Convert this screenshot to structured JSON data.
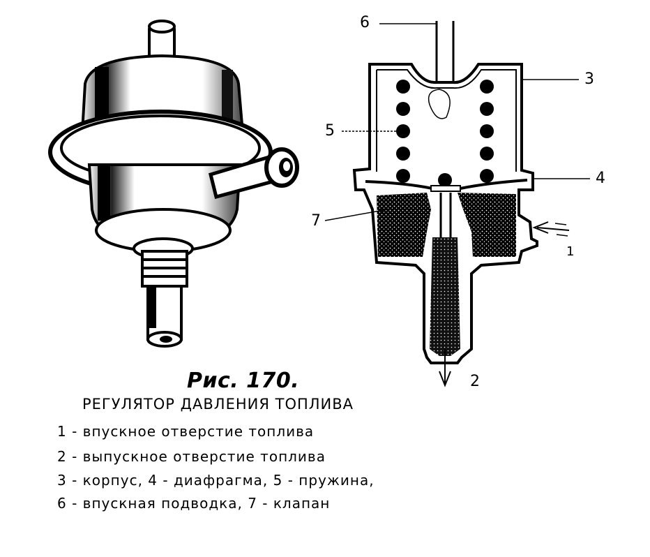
{
  "figure": {
    "title": "Рис. 170.",
    "subtitle": "РЕГУЛЯТОР ДАВЛЕНИЯ ТОПЛИВА",
    "legend_lines": [
      "1 - впускное отверстие топлива",
      "2 - выпускное отверстие топлива",
      "3 - корпус, 4 - диафрагма, 5 - пружина,",
      "6 - впускная подводка, 7 - клапан"
    ],
    "callouts": [
      "1",
      "2",
      "3",
      "4",
      "5",
      "6",
      "7"
    ]
  }
}
